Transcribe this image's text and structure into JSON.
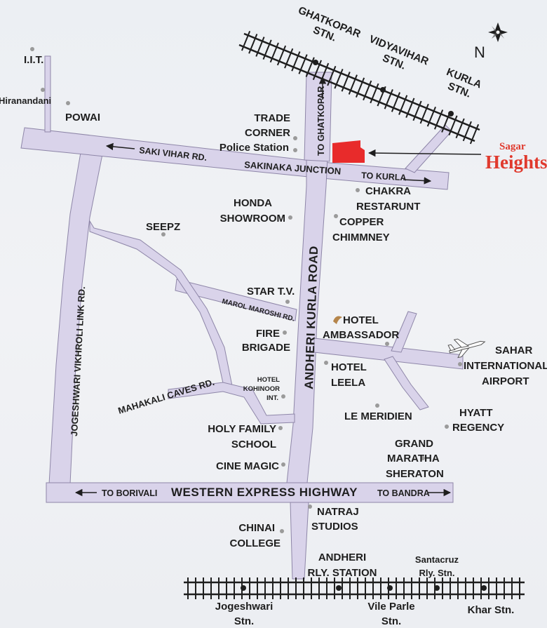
{
  "compass": {
    "north_label": "N"
  },
  "brand": {
    "line1": "Sagar",
    "line2": "Heights",
    "color": "#e03a2e"
  },
  "stations": {
    "ghatkopar": [
      "GHATKOPAR",
      "STN."
    ],
    "vidyavihar": [
      "VIDYAVIHAR",
      "STN."
    ],
    "kurla": [
      "KURLA",
      "STN."
    ],
    "andheri": [
      "ANDHERI",
      "RLY. STATION"
    ],
    "santacruz": [
      "Santacruz",
      "Rly. Stn."
    ],
    "jogeshwari": [
      "Jogeshwari",
      "Stn."
    ],
    "vile_parle": [
      "Vile Parle",
      "Stn."
    ],
    "khar": "Khar Stn."
  },
  "roads": {
    "saki_vihar": "SAKI VIHAR RD.",
    "sakinaka_junction": "SAKINAKA JUNCTION",
    "to_kurla": "TO KURLA",
    "to_ghatkopar": "TO GHATKOPAR",
    "andheri_kurla": "ANDHERI KURLA ROAD",
    "jvlr": "JOGESHWARI VIKHROLI LINK RD.",
    "marol_maroshi": "MAROL MAROSHI RD.",
    "mahakali_caves": "MAHAKALI CAVES RD.",
    "western_express": "WESTERN EXPRESS HIGHWAY",
    "to_borivali": "TO BORIVALI",
    "to_bandra": "TO BANDRA"
  },
  "places": {
    "iit": "I.I.T.",
    "hiranandani": "Hiranandani",
    "powai": "POWAI",
    "trade_corner": [
      "TRADE",
      "CORNER",
      "Police Station"
    ],
    "chakra": [
      "CHAKRA",
      "RESTARUNT"
    ],
    "honda": [
      "HONDA",
      "SHOWROOM"
    ],
    "copper": [
      "COPPER",
      "CHIMMNEY"
    ],
    "seepz": "SEEPZ",
    "star_tv": "STAR T.V.",
    "fire_brigade": [
      "FIRE",
      "BRIGADE"
    ],
    "hotel_ambassador": [
      "HOTEL",
      "AMBASSADOR"
    ],
    "sahar_airport": [
      "SAHAR",
      "INTERNATIONAL",
      "AIRPORT"
    ],
    "hotel_leela": [
      "HOTEL",
      "LEELA"
    ],
    "hotel_kohinoor": [
      "HOTEL",
      "KOHINOOR",
      "INT."
    ],
    "le_meridien": "LE MERIDIEN",
    "hyatt": [
      "HYATT",
      "REGENCY"
    ],
    "grand_maratha": [
      "GRAND",
      "MARATHA",
      "SHERATON"
    ],
    "holy_family": [
      "HOLY FAMILY",
      "SCHOOL"
    ],
    "cine_magic": "CINE MAGIC",
    "natraj": [
      "NATRAJ",
      "STUDIOS"
    ],
    "chinai": [
      "CHINAI",
      "COLLEGE"
    ]
  },
  "colors": {
    "road": "#d9d3ea",
    "road_edge": "#8e86a8",
    "rail": "#1e1e1e",
    "marker": "#9a9a9a",
    "highlight": "#e82b2b"
  }
}
